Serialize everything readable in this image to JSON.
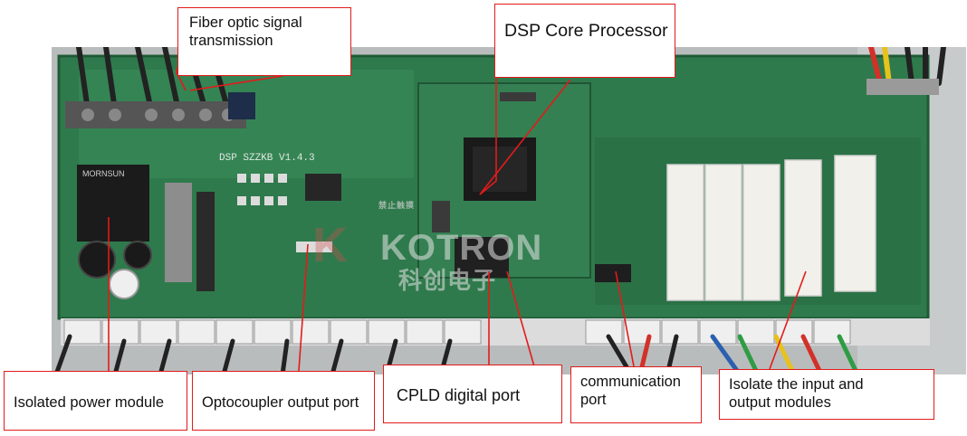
{
  "labels": {
    "fiber": [
      "Fiber optic signal",
      "transmission"
    ],
    "dsp": "DSP Core Processor",
    "power": "Isolated power module",
    "optocoupler": "Optocoupler output port",
    "cpld": "CPLD digital port",
    "communication": [
      "communication",
      "port"
    ],
    "isolate": [
      "Isolate the input and",
      "output modules"
    ]
  },
  "board": {
    "silkscreen": "DSP SZZKB V1.4.3",
    "module_brand": "MORNSUN",
    "watermark_brand": "KOTRON",
    "watermark_cn": "科创电子",
    "watermark_seal": "禁止触摸"
  },
  "colors": {
    "pcb": "#2f7a4c",
    "pcb_dark": "#1f5a36",
    "annotation_border": "#e21b1b",
    "leader_line": "#e21b1b"
  }
}
